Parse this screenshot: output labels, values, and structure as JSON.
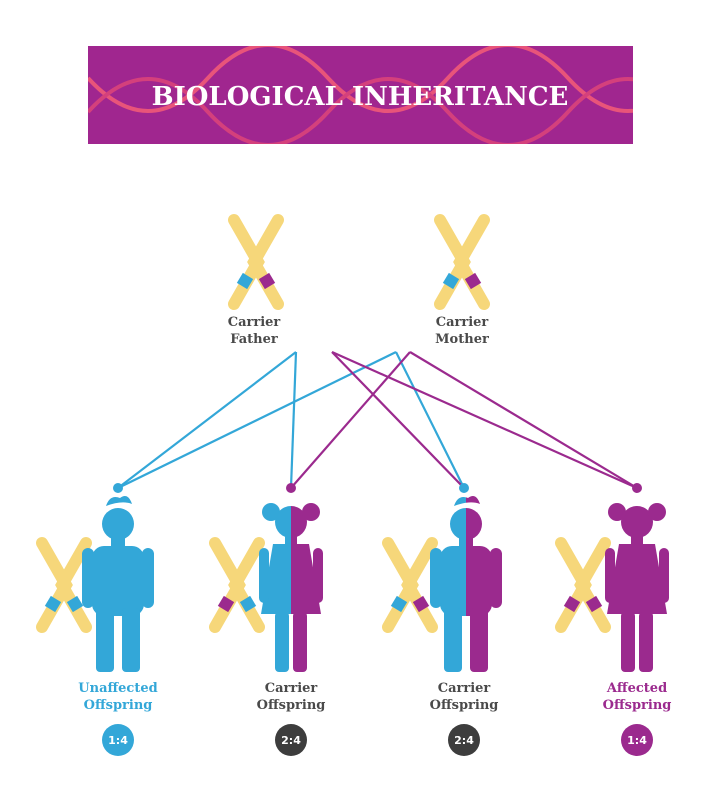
{
  "title": "BIOLOGICAL INHERITANCE",
  "colors": {
    "banner": "#a0268f",
    "dna_strand_a": "#e8547a",
    "dna_strand_b": "#d4407c",
    "blue": "#33a7d8",
    "purple": "#9b2a8e",
    "yellow": "#f6d77a",
    "gray_badge": "#3d3d3d",
    "text_dark": "#4a4a4a"
  },
  "parents": {
    "father": {
      "label_line1": "Carrier",
      "label_line2": "Father",
      "icon": "carrier-father-icon"
    },
    "mother": {
      "label_line1": "Carrier",
      "label_line2": "Mother",
      "icon": "carrier-mother-icon"
    }
  },
  "offspring": [
    {
      "label_line1": "Unaffected",
      "label_line2": "Offspring",
      "ratio": "1:4",
      "kind": "unaffected"
    },
    {
      "label_line1": "Carrier",
      "label_line2": "Offspring",
      "ratio": "2:4",
      "kind": "carrier-girl"
    },
    {
      "label_line1": "Carrier",
      "label_line2": "Offspring",
      "ratio": "2:4",
      "kind": "carrier-boy"
    },
    {
      "label_line1": "Affected",
      "label_line2": "Offspring",
      "ratio": "1:4",
      "kind": "affected"
    }
  ]
}
